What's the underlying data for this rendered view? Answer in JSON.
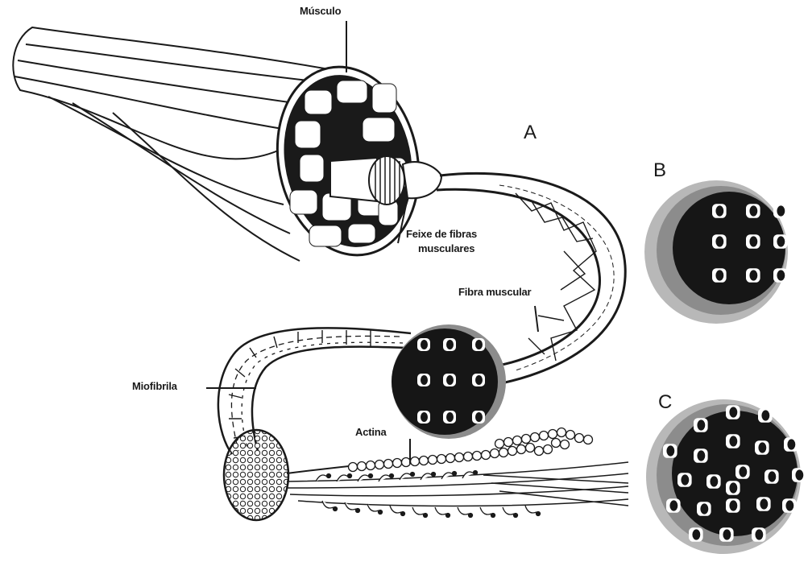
{
  "labels": {
    "muscle": "Músculo",
    "bundle_line1": "Feixe de fibras",
    "bundle_line2": "musculares",
    "fiber": "Fibra muscular",
    "myofibril": "Miofibrila",
    "actin": "Actina",
    "panel_a": "A",
    "panel_b": "B",
    "panel_c": "C"
  },
  "colors": {
    "ink": "#1a1a1a",
    "dark_fill": "#161616",
    "ring_gray": "#8c8c8c",
    "ring_light": "#b8b8b8",
    "paper": "#ffffff"
  }
}
